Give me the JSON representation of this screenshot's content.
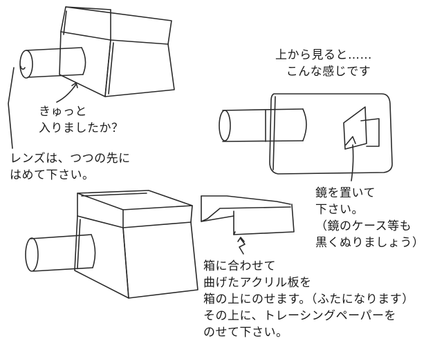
{
  "top_left_note": {
    "line1": "きゅっと",
    "line2": "入りましたか？"
  },
  "lens_note": {
    "line1": "レンズは、つつの先に",
    "line2": "はめて下さい。"
  },
  "top_view_note": {
    "line1": "上から見ると……",
    "line2": "こんな感じです"
  },
  "mirror_note": {
    "line1": "鏡を置いて",
    "line2": "下さい。",
    "line3": "（鏡のケース等も",
    "line4": "黒くぬりましょう）"
  },
  "acrylic_note": {
    "line1": "箱に合わせて",
    "line2": "曲げたアクリル板を",
    "line3": "箱の上にのせます。（ふたになります）",
    "line4": "その上に、トレーシングペーパーを",
    "line5": "のせて下さい。"
  }
}
